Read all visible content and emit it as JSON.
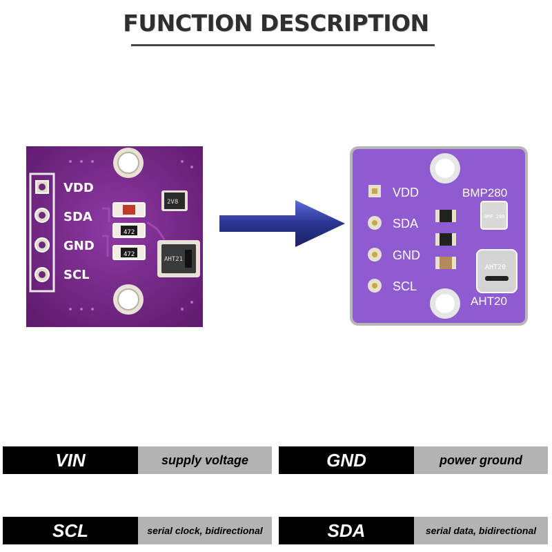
{
  "header": {
    "title": "FUNCTION DESCRIPTION"
  },
  "photo": {
    "pins": [
      "VDD",
      "SDA",
      "GND",
      "SCL"
    ],
    "resistor_marks": [
      "472",
      "472"
    ],
    "chip_small_text": "2V8",
    "chip_large_text": "AHT21",
    "board_color": "#7a2a8c"
  },
  "diagram": {
    "pins": [
      "VDD",
      "SDA",
      "GND",
      "SCL"
    ],
    "bmp_label": "BMP280",
    "bmp_chip_text": "BMP 280",
    "aht_label": "AHT20",
    "aht_chip_text": "AHT20",
    "board_color": "#8f5bd0"
  },
  "pins_table": [
    {
      "pin": "VIN",
      "desc": "supply voltage"
    },
    {
      "pin": "GND",
      "desc": "power ground"
    },
    {
      "pin": "SCL",
      "desc": "serial clock, bidirectional"
    },
    {
      "pin": "SDA",
      "desc": "serial data, bidirectional"
    }
  ],
  "colors": {
    "arrow": "#2a3590",
    "key_cell": "#000000",
    "value_cell": "#b3b3b3"
  }
}
